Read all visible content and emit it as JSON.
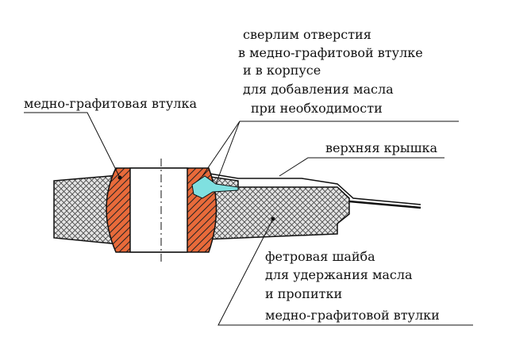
{
  "labels": {
    "bushing": "медно-графитовая втулка",
    "drill_note": [
      "сверлим отверстия",
      "в медно-графитовой втулке",
      "и  в корпусе",
      "для добавления масла",
      "при необходимости"
    ],
    "top_cover": "верхняя крышка",
    "felt_note": [
      "фетровая шайба",
      "для удержания масла",
      "и пропитки",
      "медно-графитовой втулки"
    ]
  },
  "colors": {
    "copper": "#e86a3a",
    "felt_fill": "#d8d8d8",
    "oil_hole": "#7fe0e0",
    "line": "#111111"
  }
}
